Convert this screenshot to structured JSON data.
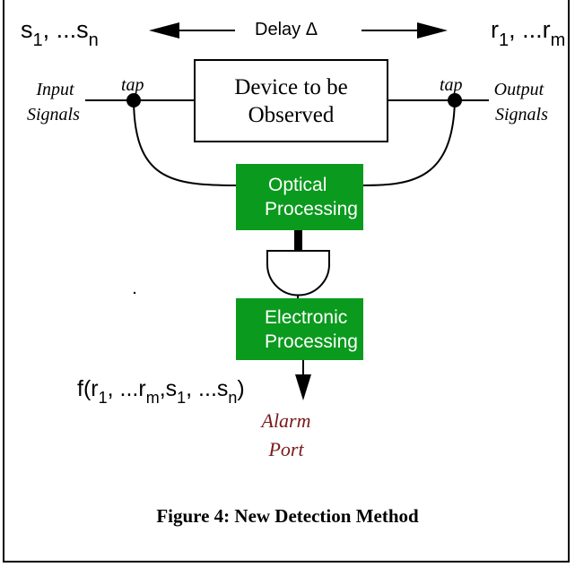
{
  "header": {
    "input_seq": {
      "s": "s",
      "sub1": "1",
      "mid": ", ...s",
      "subn": "n"
    },
    "delay_label": "Delay Δ",
    "output_seq": {
      "r": "r",
      "sub1": "1",
      "mid": ", ...r",
      "subm": "m"
    }
  },
  "labels": {
    "input_line1": "Input",
    "input_line2": "Signals",
    "output_line1": "Output",
    "output_line2": "Signals",
    "tap_left": "tap",
    "tap_right": "tap"
  },
  "device_box": {
    "line1": "Device to be",
    "line2": "Observed"
  },
  "optical_box": {
    "line1": "Optical",
    "line2": "Processing"
  },
  "electronic_box": {
    "line1": "Electronic",
    "line2": "Processing"
  },
  "function_label": {
    "prefix": "f(r",
    "sub1": "1",
    "p2": ", ...r",
    "subm": "m",
    "p3": ",s",
    "sub1b": "1",
    "p4": ", ...s",
    "subn": "n",
    "suffix": ")"
  },
  "alarm": {
    "line1": "Alarm",
    "line2": "Port",
    "color": "#7a1a1a"
  },
  "caption": "Figure 4:  New Detection Method",
  "colors": {
    "processing_green": "#0a9a1d"
  }
}
